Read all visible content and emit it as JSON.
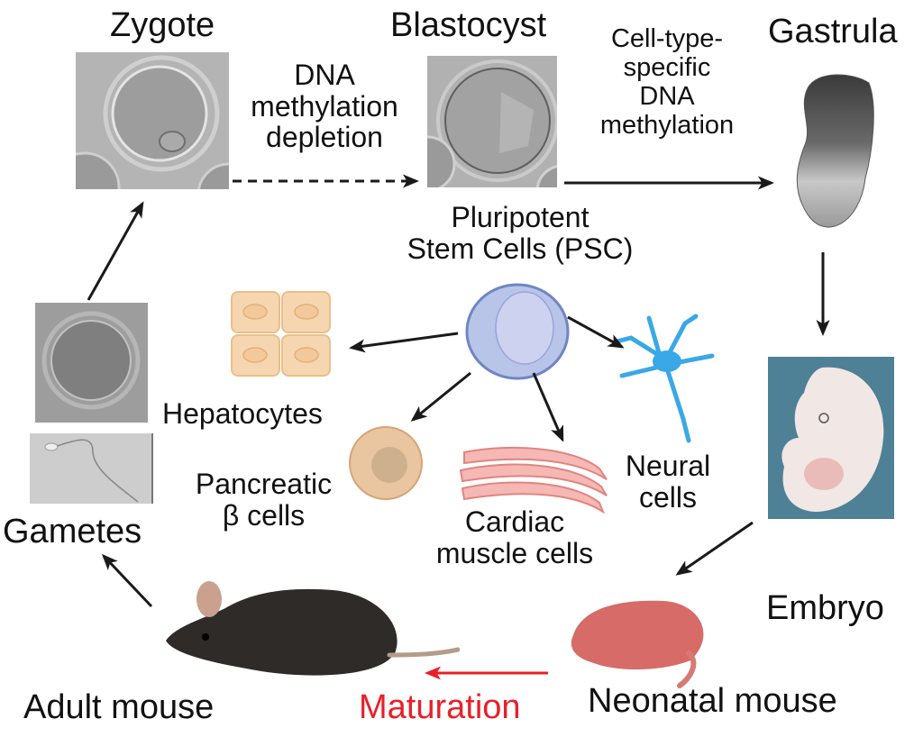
{
  "stages": {
    "zygote": "Zygote",
    "blastocyst": "Blastocyst",
    "gastrula": "Gastrula",
    "embryo": "Embryo",
    "neonatal_mouse": "Neonatal mouse",
    "adult_mouse": "Adult mouse",
    "gametes": "Gametes"
  },
  "transitions": {
    "zygote_to_blastocyst": [
      "DNA",
      "methylation",
      "depletion"
    ],
    "blastocyst_to_gastrula": [
      "Cell-type-",
      "specific",
      "DNA",
      "methylation"
    ],
    "neonatal_to_adult": "Maturation"
  },
  "psc": {
    "title_line1": "Pluripotent",
    "title_line2": "Stem Cells (PSC)",
    "derived_cells": {
      "hepatocytes": "Hepatocytes",
      "pancreatic_line1": "Pancreatic",
      "pancreatic_line2": "β cells",
      "cardiac_line1": "Cardiac",
      "cardiac_line2": "muscle cells",
      "neural_line1": "Neural",
      "neural_line2": "cells"
    }
  },
  "colors": {
    "maturation_accent": "#e8202a",
    "arrow": "#1a1a1a",
    "psc_cell": "#b8c4e8",
    "hepatocyte": "#f6d6b0",
    "pancreatic_cell": "#e9c6a0",
    "cardiac_cell": "#f2aaa8",
    "neuron": "#3aa8e6",
    "embryo_bg": "#4e8096"
  }
}
